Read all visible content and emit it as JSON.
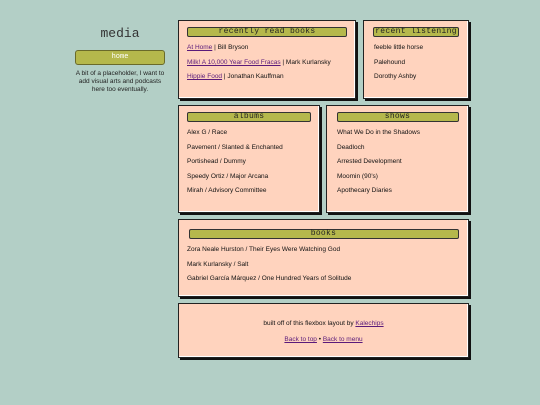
{
  "sidebar": {
    "title": "media",
    "home_label": "home",
    "blurb": "A bit of a placeholder, I want to add visual arts and podcasts here too eventually."
  },
  "recently_read": {
    "heading": "recently read books",
    "items": [
      {
        "title": "At Home",
        "author": "Bill Bryson"
      },
      {
        "title": "Milk! A 10,000 Year Food Fracas",
        "author": "Mark Kurlansky"
      },
      {
        "title": "Hippie Food",
        "author": "Jonathan Kauffman"
      }
    ]
  },
  "recent_listening": {
    "heading": "recent listening",
    "items": [
      "feeble little horse",
      "Palehound",
      "Dorothy Ashby"
    ]
  },
  "albums": {
    "heading": "albums",
    "items": [
      "Alex G / Race",
      "Pavement / Slanted & Enchanted",
      "Portishead / Dummy",
      "Speedy Ortiz / Major Arcana",
      "Mirah / Advisory Committee"
    ]
  },
  "shows": {
    "heading": "shows",
    "items": [
      "What We Do in the Shadows",
      "Deadloch",
      "Arrested Development",
      "Moomin (90's)",
      "Apothecary Diaries"
    ]
  },
  "books": {
    "heading": "books",
    "items": [
      "Zora Neale Hurston / Their Eyes Were Watching God",
      "Mark Kurlansky / Salt",
      "Gabriel García Márquez / One Hundred Years of Solitude"
    ]
  },
  "footer": {
    "credit_prefix": "built off of this flexbox layout by ",
    "credit_link": "Kalechips",
    "back_to_top": "Back to top",
    "separator": " • ",
    "back_to_menu": "Back to menu"
  }
}
